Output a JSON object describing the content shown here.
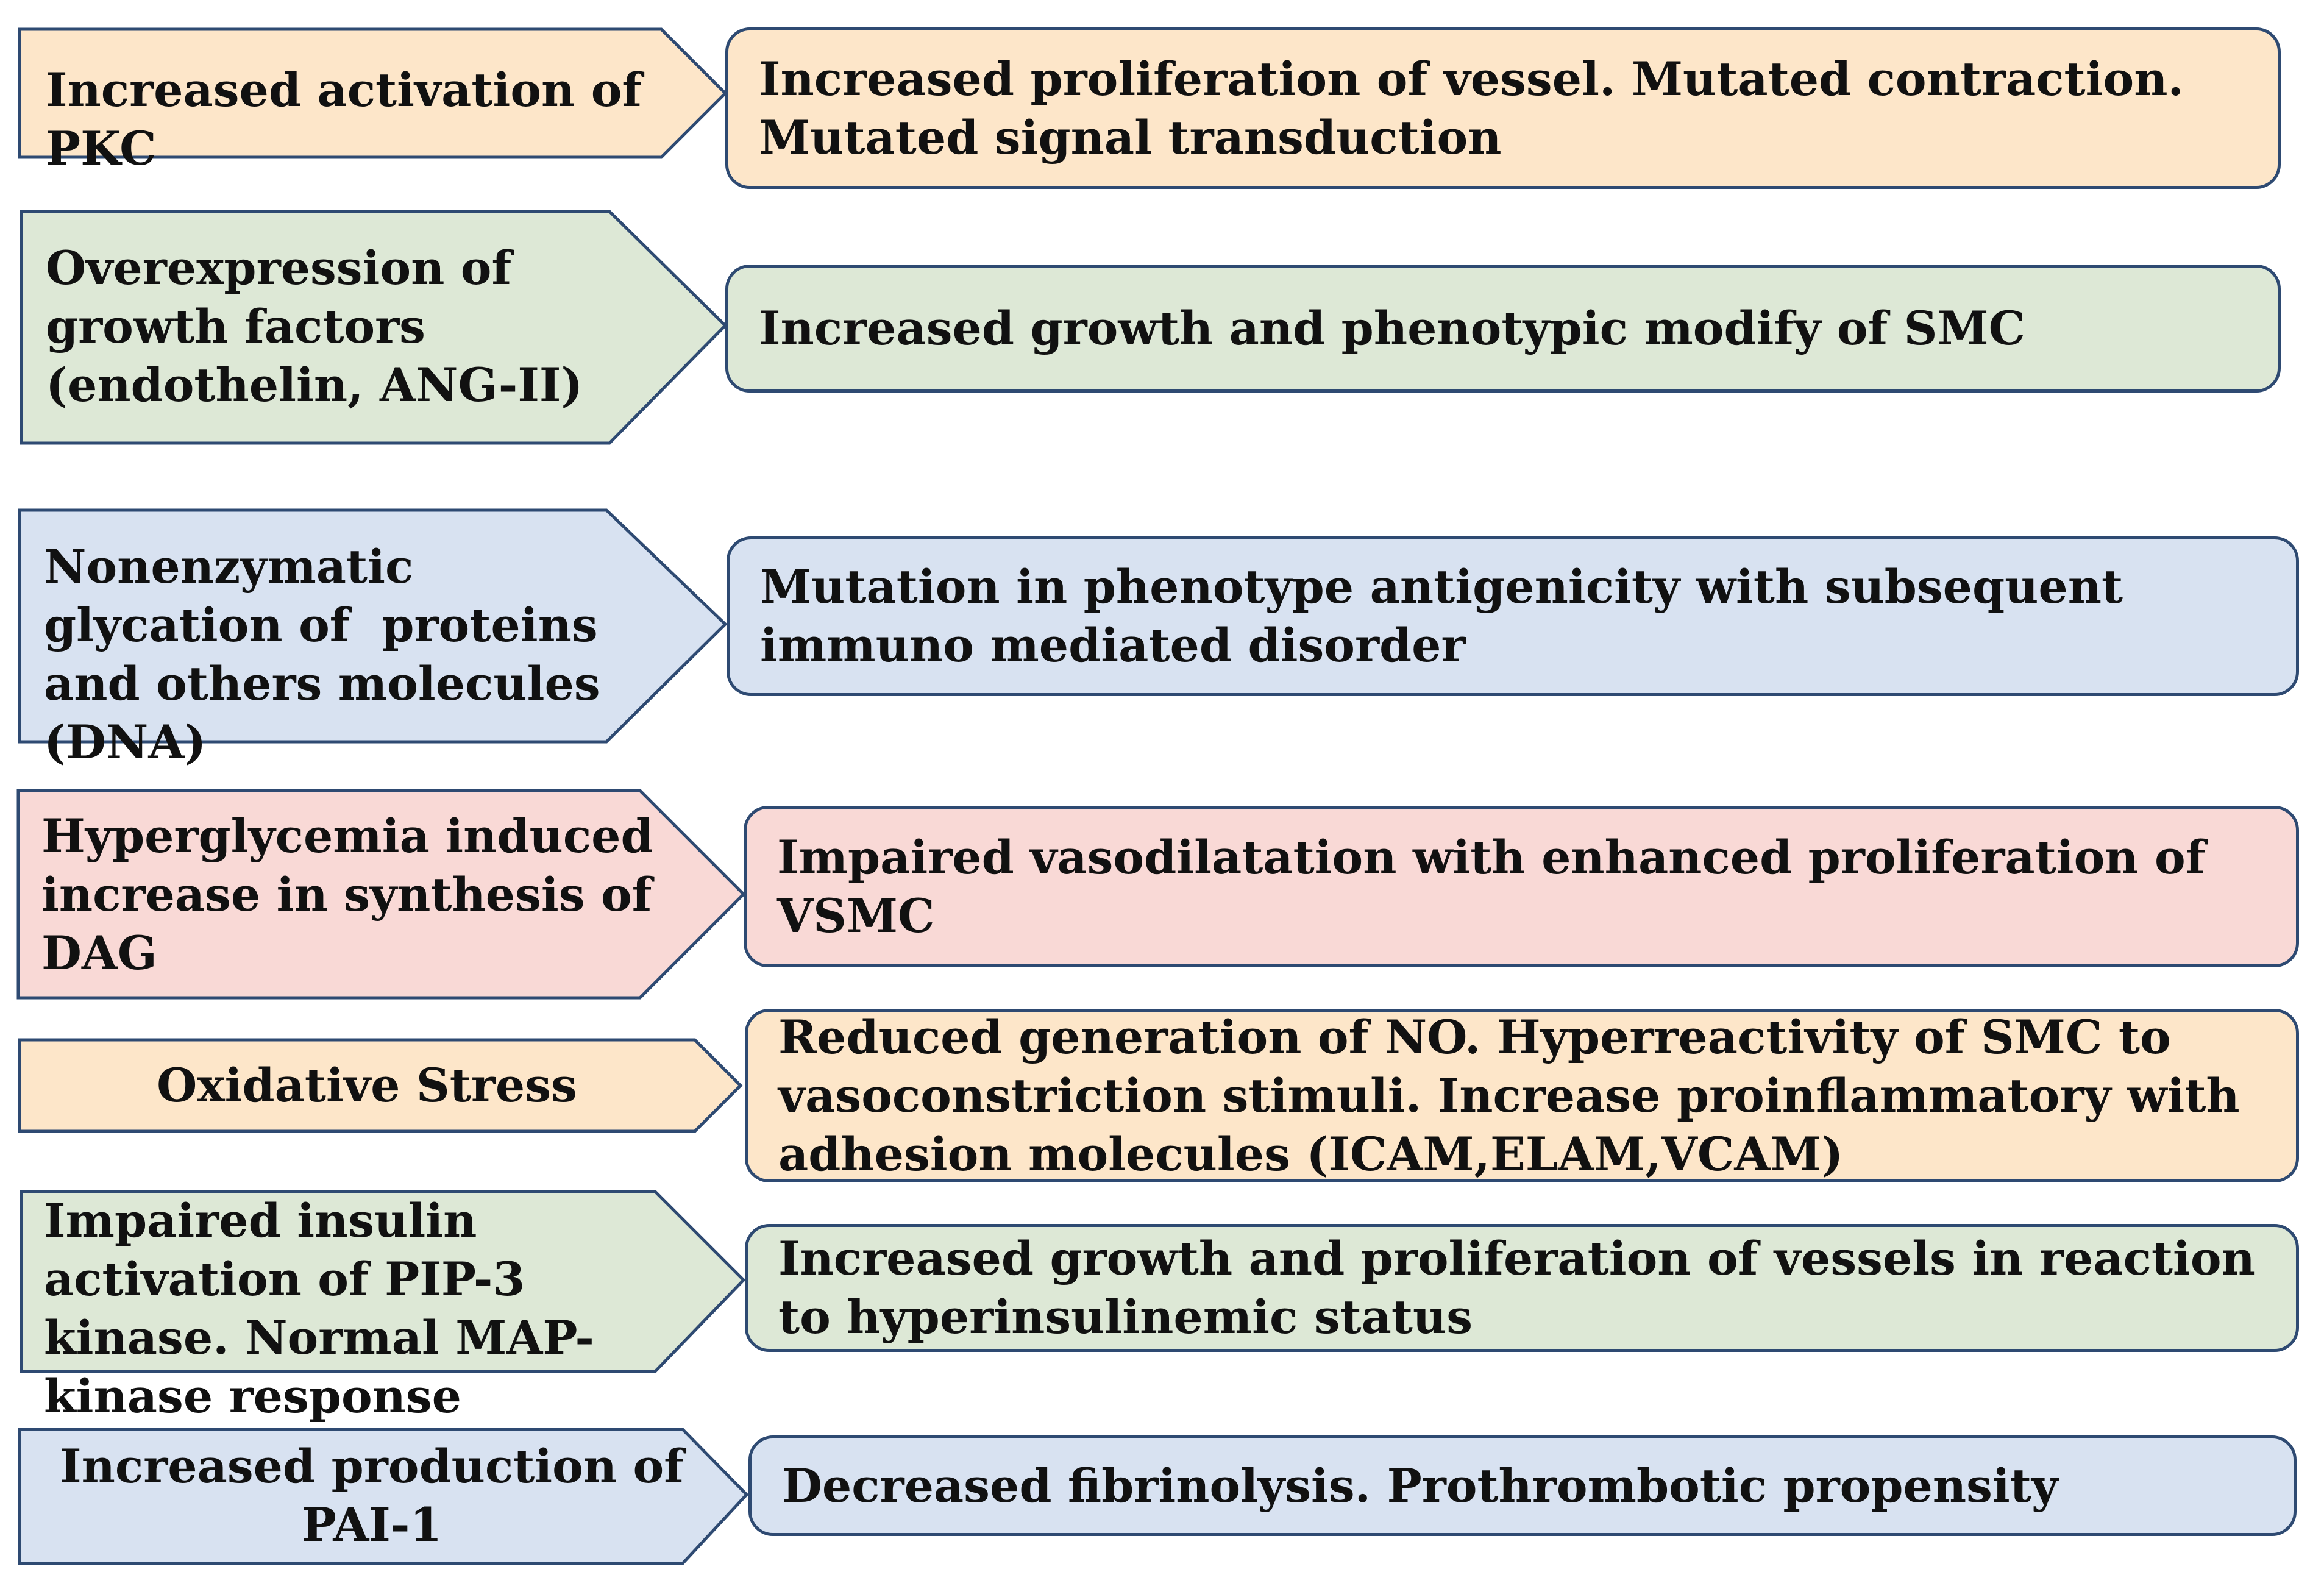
{
  "colors": {
    "orange": "#fde6c9",
    "green": "#dde8d6",
    "blue": "#d8e2f1",
    "pink": "#f9d9d6",
    "border": "#2e4a72"
  },
  "rows": [
    {
      "cause": "Increased activation of PKC",
      "effect": "Increased proliferation of vessel. Mutated contraction. Mutated signal transduction",
      "color": "orange"
    },
    {
      "cause": "Overexpression of growth factors (endothelin, ANG-II)",
      "effect": "Increased growth and phenotypic modify of SMC",
      "color": "green"
    },
    {
      "cause": "Nonenzymatic glycation of  proteins and others molecules (DNA)",
      "effect": "Mutation in phenotype antigenicity with subsequent immuno mediated disorder",
      "color": "blue"
    },
    {
      "cause": "Hyperglycemia induced increase in synthesis of DAG",
      "effect": "Impaired vasodilatation with enhanced proliferation of VSMC",
      "color": "pink"
    },
    {
      "cause": "Oxidative Stress",
      "effect": "Reduced generation of NO. Hyperreactivity of SMC to vasoconstriction stimuli. Increase proinflammatory with adhesion molecules (ICAM,ELAM,VCAM)",
      "color": "orange"
    },
    {
      "cause": "Impaired insulin activation of PIP-3 kinase. Normal MAP-kinase response",
      "effect": "Increased growth and proliferation of vessels in reaction to hyperinsulinemic status",
      "color": "green"
    },
    {
      "cause": "Increased production of PAI-1",
      "effect": "Decreased fibrinolysis. Prothrombotic propensity",
      "color": "blue"
    }
  ]
}
